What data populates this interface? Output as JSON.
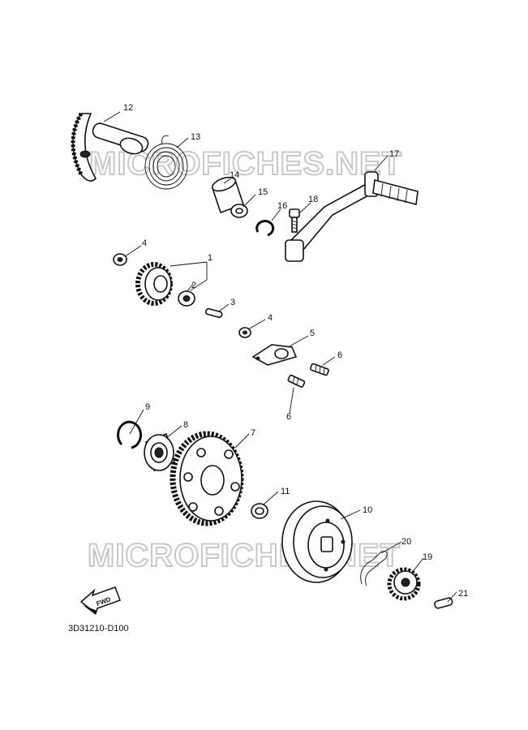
{
  "diagram": {
    "code": "3D31210-D100",
    "fwd_label": "FWD",
    "watermark": "MICROFICHES.NET",
    "callouts": [
      "12",
      "13",
      "14",
      "15",
      "16",
      "17",
      "18",
      "4",
      "1",
      "2",
      "3",
      "4",
      "5",
      "6",
      "6",
      "9",
      "8",
      "7",
      "11",
      "10",
      "20",
      "19",
      "21"
    ]
  }
}
